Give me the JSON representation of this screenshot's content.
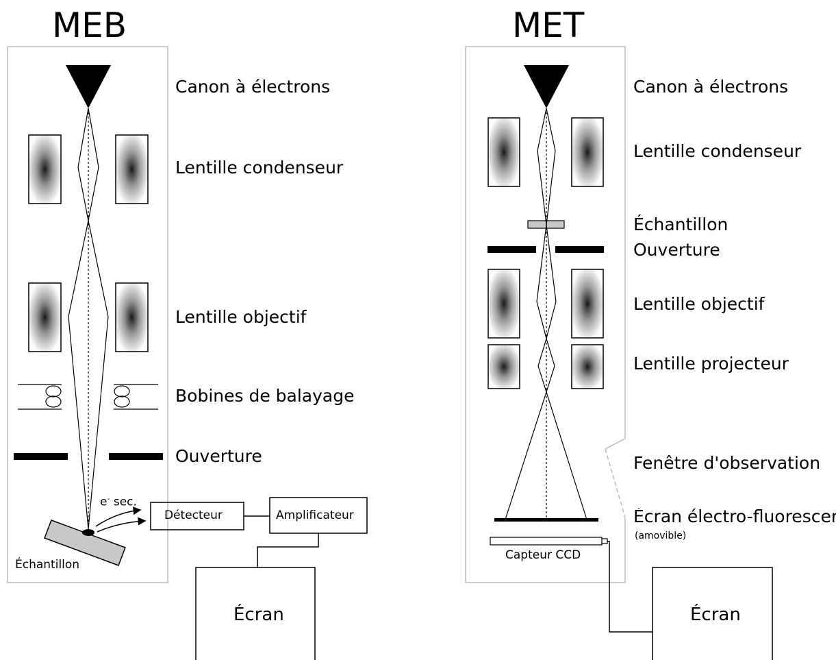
{
  "meb": {
    "title": "MEB",
    "labels": {
      "gun": "Canon à électrons",
      "condenser": "Lentille condenseur",
      "objective": "Lentille objectif",
      "scan_coils": "Bobines de balayage",
      "aperture": "Ouverture"
    },
    "secondary_electrons": "e",
    "secondary_electrons_sup": "-",
    "secondary_electrons_suffix": " sec.",
    "detector": "Détecteur",
    "amplifier": "Amplificateur",
    "sample": "Échantillon",
    "screen": "Écran"
  },
  "met": {
    "title": "MET",
    "labels": {
      "gun": "Canon à électrons",
      "condenser": "Lentille condenseur",
      "sample": "Échantillon",
      "aperture": "Ouverture",
      "objective": "Lentille objectif",
      "projector": "Lentille projecteur",
      "window": "Fenêtre d'observation",
      "fluorescent_screen": "Écran électro-fluorescent",
      "removable": "(amovible)"
    },
    "ccd": "Capteur CCD",
    "screen": "Écran"
  },
  "colors": {
    "stroke": "#000000",
    "column_border": "#bbbbbb",
    "sample_fill": "#c8c8c8"
  }
}
